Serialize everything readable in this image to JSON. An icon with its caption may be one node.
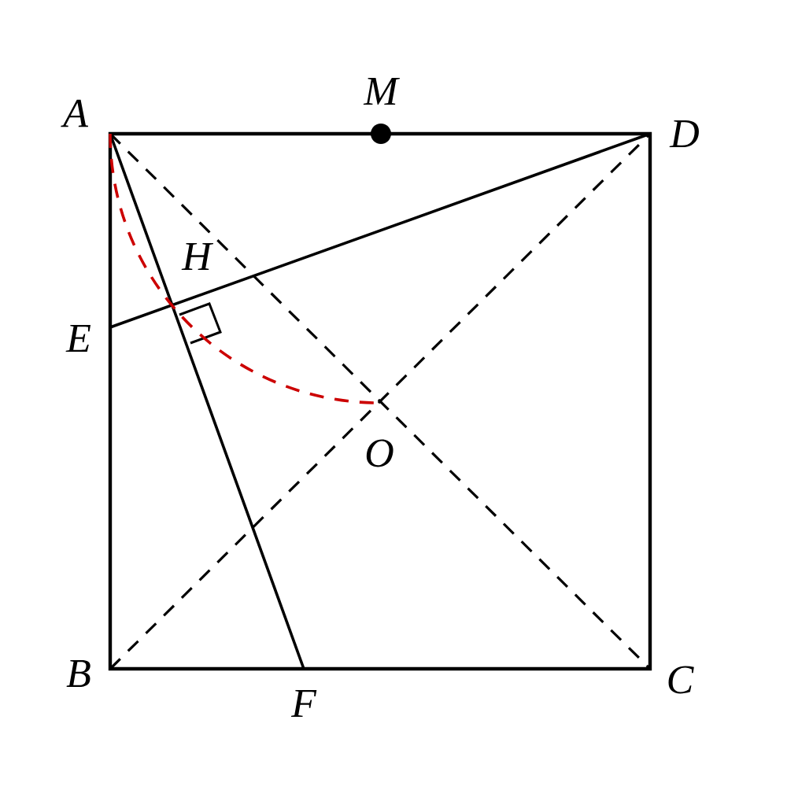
{
  "diagram": {
    "labels": [
      "A",
      "M",
      "D",
      "H",
      "E",
      "O",
      "B",
      "F",
      "C"
    ]
  }
}
